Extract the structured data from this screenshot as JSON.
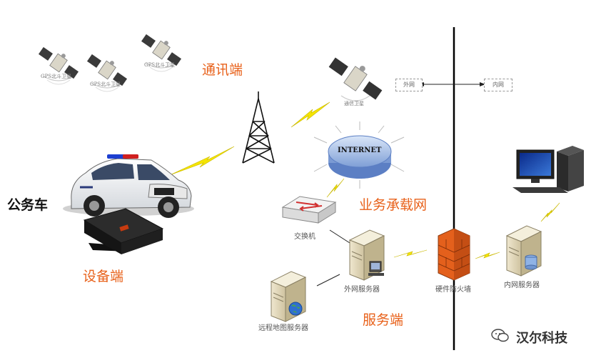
{
  "title_labels": {
    "comm_end": "通讯端",
    "service_network": "业务承载网",
    "device_end": "设备端",
    "server_end": "服务端",
    "vehicle": "公务车"
  },
  "satellites": [
    {
      "label": "GPS北斗卫星"
    },
    {
      "label": "GPS北斗卫星"
    },
    {
      "label": "GPS北斗卫星"
    }
  ],
  "comm_satellite_label": "通信卫星",
  "network_boxes": {
    "outer": "外网",
    "inner": "内网"
  },
  "internet_label": "INTERNET",
  "devices": {
    "switch": "交换机",
    "outer_server": "外网服务器",
    "firewall": "硬件防火墙",
    "inner_server": "内网服务器",
    "map_server": "远程地图服务器"
  },
  "watermark": "汉尔科技",
  "colors": {
    "accent_orange": "#e8611a",
    "lightning_yellow": "#f4e400",
    "divider": "#000000"
  }
}
